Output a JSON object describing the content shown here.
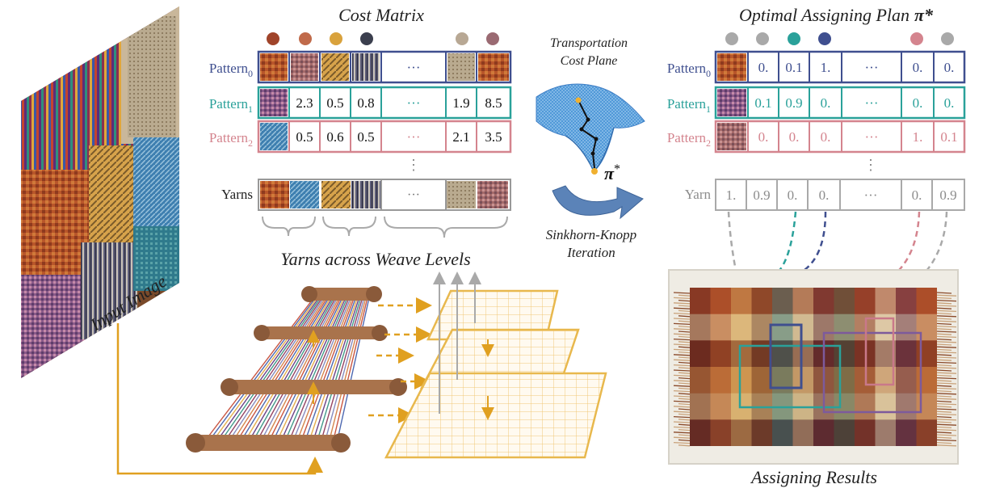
{
  "input_label": "Input Image",
  "cost_matrix": {
    "title": "Cost Matrix",
    "row_labels": [
      "Pattern",
      "Pattern",
      "Pattern"
    ],
    "row_subs": [
      "0",
      "1",
      "2"
    ],
    "rows": [
      [
        "",
        "",
        "",
        "···",
        "",
        ""
      ],
      [
        "",
        "2.3",
        "0.5",
        "0.8",
        "···",
        "1.9",
        "8.5"
      ],
      [
        "",
        "0.5",
        "0.6",
        "0.5",
        "···",
        "2.1",
        "3.5"
      ]
    ],
    "vdots": "⋮",
    "yarns_label": "Yarns",
    "yarns_ellipsis": "···"
  },
  "yarns_levels_label": "Yarns across Weave Levels",
  "transport": {
    "title_line1": "Transportation",
    "title_line2": "Cost Plane",
    "pi_symbol": "π",
    "pi_star": "*",
    "iteration_line1": "Sinkhorn-Knopp",
    "iteration_line2": "Iteration"
  },
  "plan": {
    "title": "Optimal Assigning Plan",
    "title_symbol": "π*",
    "row_labels": [
      "Pattern",
      "Pattern",
      "Pattern"
    ],
    "row_subs": [
      "0",
      "1",
      "2"
    ],
    "rows": [
      [
        "0.",
        "0.1",
        "1.",
        "···",
        "0.",
        "0."
      ],
      [
        "0.1",
        "0.9",
        "0.",
        "···",
        "0.",
        "0."
      ],
      [
        "0.",
        "0.",
        "0.",
        "···",
        "1.",
        "0.1"
      ]
    ],
    "vdots": "⋮",
    "yarn_label": "Yarn",
    "yarn_row": [
      "1.",
      "0.9",
      "0.",
      "0.",
      "···",
      "0.",
      "0.9"
    ]
  },
  "results_label": "Assigning Results",
  "colors": {
    "pattern0": "#3f4f8f",
    "pattern1": "#2aa19a",
    "pattern2": "#d4848e",
    "yarn_gray": "#8c8c8c",
    "accent_orange": "#e0a020",
    "matrix_dots": [
      "#a0442a",
      "#c06a4a",
      "#d9a23c",
      "#3b3f4e",
      "#b8a894",
      "#9a6a72"
    ],
    "plan_dots": [
      "#a9a9a9",
      "#a9a9a9",
      "#2aa19a",
      "#3f4f8f",
      "#d4848e",
      "#a9a9a9"
    ]
  }
}
